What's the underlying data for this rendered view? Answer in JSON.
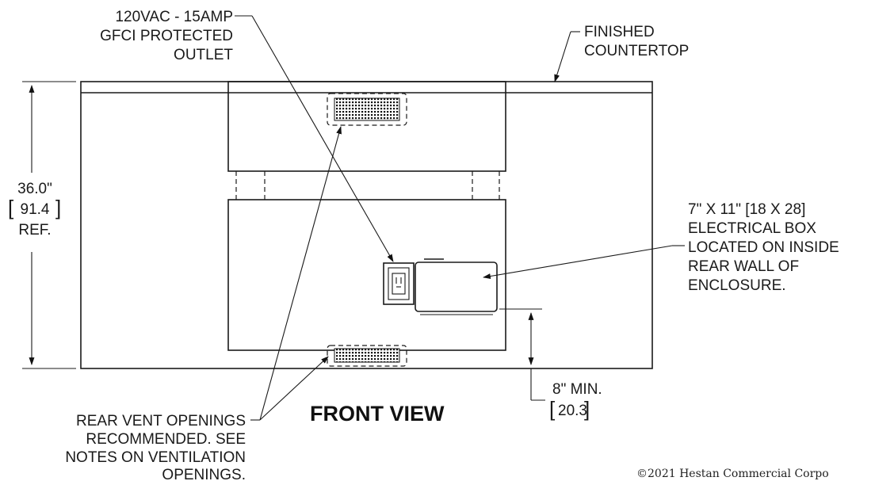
{
  "labels": {
    "outlet_line1": "120VAC - 15AMP",
    "outlet_line2": "GFCI PROTECTED",
    "outlet_line3": "OUTLET",
    "countertop_line1": "FINISHED",
    "countertop_line2": "COUNTERTOP",
    "height_value": "36.0\"",
    "height_metric": "91.4",
    "height_ref": "REF.",
    "box_line1": "7\" X 11\" [18 X 28]",
    "box_line2": "ELECTRICAL BOX",
    "box_line3": "LOCATED ON INSIDE",
    "box_line4": "REAR WALL OF",
    "box_line5": "ENCLOSURE.",
    "min_value": "8\" MIN.",
    "min_metric": "20.3",
    "vent_line1": "REAR VENT OPENINGS",
    "vent_line2": "RECOMMENDED.  SEE",
    "vent_line3": "NOTES ON VENTILATION",
    "vent_line4": "OPENINGS.",
    "view_title": "FRONT VIEW",
    "copyright": "©2021 Hestan Commercial Corpo"
  }
}
